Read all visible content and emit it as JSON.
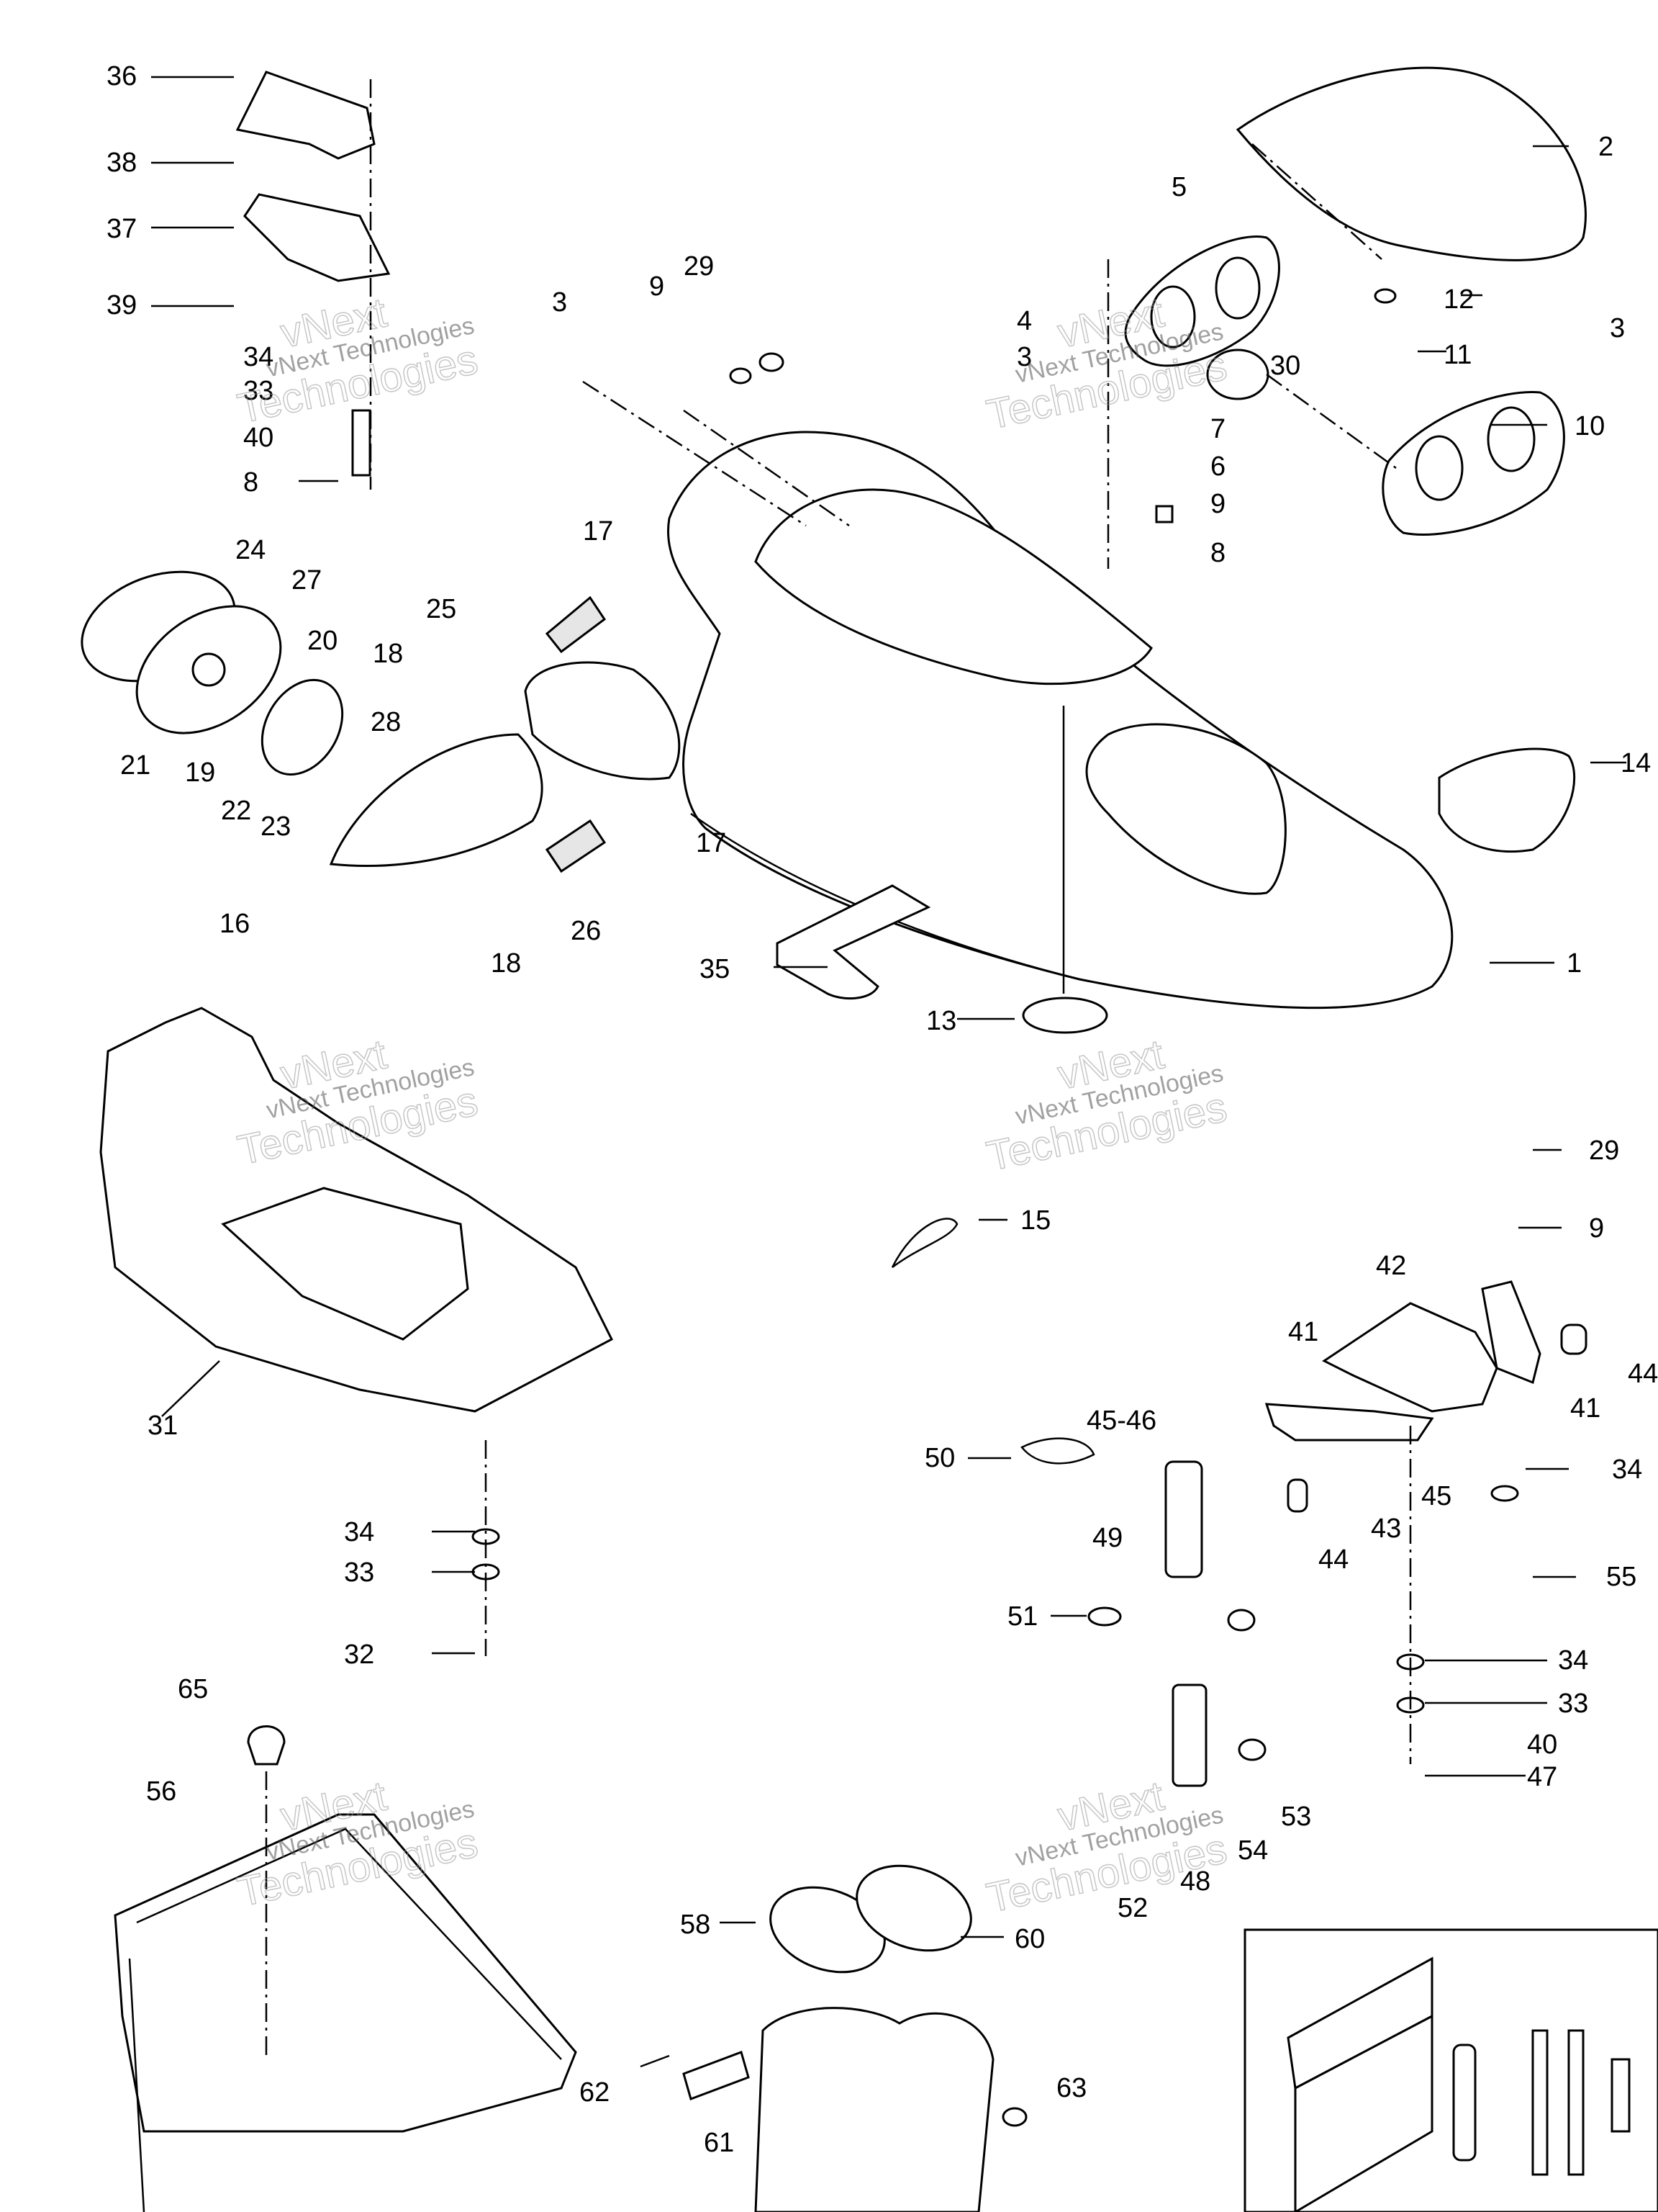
{
  "watermark": {
    "line1": "vNext",
    "line2": "vNext Technologies",
    "line3": "Technologies"
  },
  "callouts": [
    "1",
    "2",
    "3",
    "4",
    "5",
    "6",
    "7",
    "8",
    "9",
    "10",
    "11",
    "12",
    "13",
    "14",
    "15",
    "16",
    "17",
    "18",
    "19",
    "20",
    "21",
    "22",
    "23",
    "24",
    "25",
    "26",
    "27",
    "28",
    "29",
    "30",
    "31",
    "32",
    "33",
    "34",
    "35",
    "36",
    "37",
    "38",
    "39",
    "40",
    "41",
    "42",
    "43",
    "44",
    "45",
    "45-46",
    "47",
    "48",
    "49",
    "50",
    "51",
    "52",
    "53",
    "54",
    "55",
    "56",
    "58",
    "60",
    "61",
    "62",
    "63",
    "65"
  ]
}
